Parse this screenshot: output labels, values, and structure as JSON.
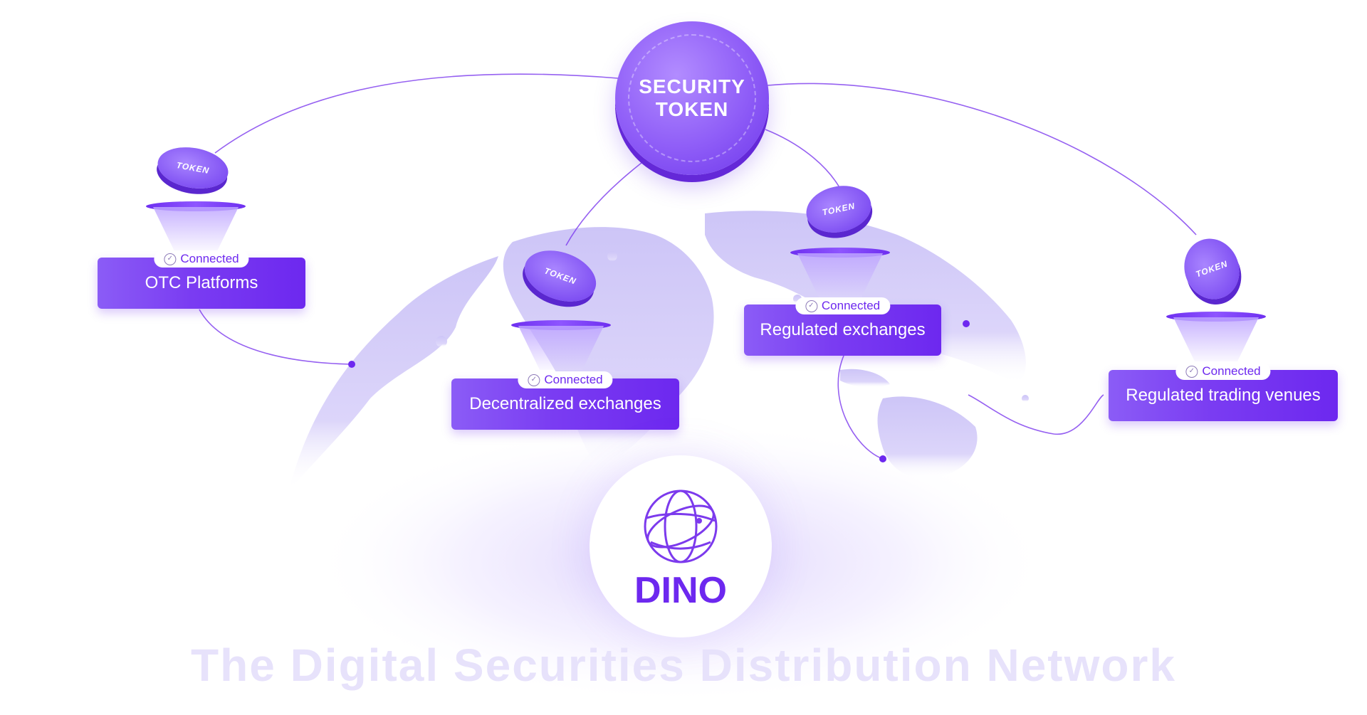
{
  "security_token": {
    "line1": "SECURITY",
    "line2": "TOKEN"
  },
  "coin_label": "TOKEN",
  "connected_label": "Connected",
  "platforms": [
    {
      "label": "OTC Platforms"
    },
    {
      "label": "Decentralized exchanges"
    },
    {
      "label": "Regulated exchanges"
    },
    {
      "label": "Regulated trading venues"
    }
  ],
  "logo": {
    "name": "DINO"
  },
  "tagline": "The Digital Securities Distribution Network",
  "colors": {
    "accent": "#6d28ef",
    "accent_light": "#8b5cf6",
    "globe": "#cfc8f8",
    "tagline": "#e7e2fb"
  }
}
